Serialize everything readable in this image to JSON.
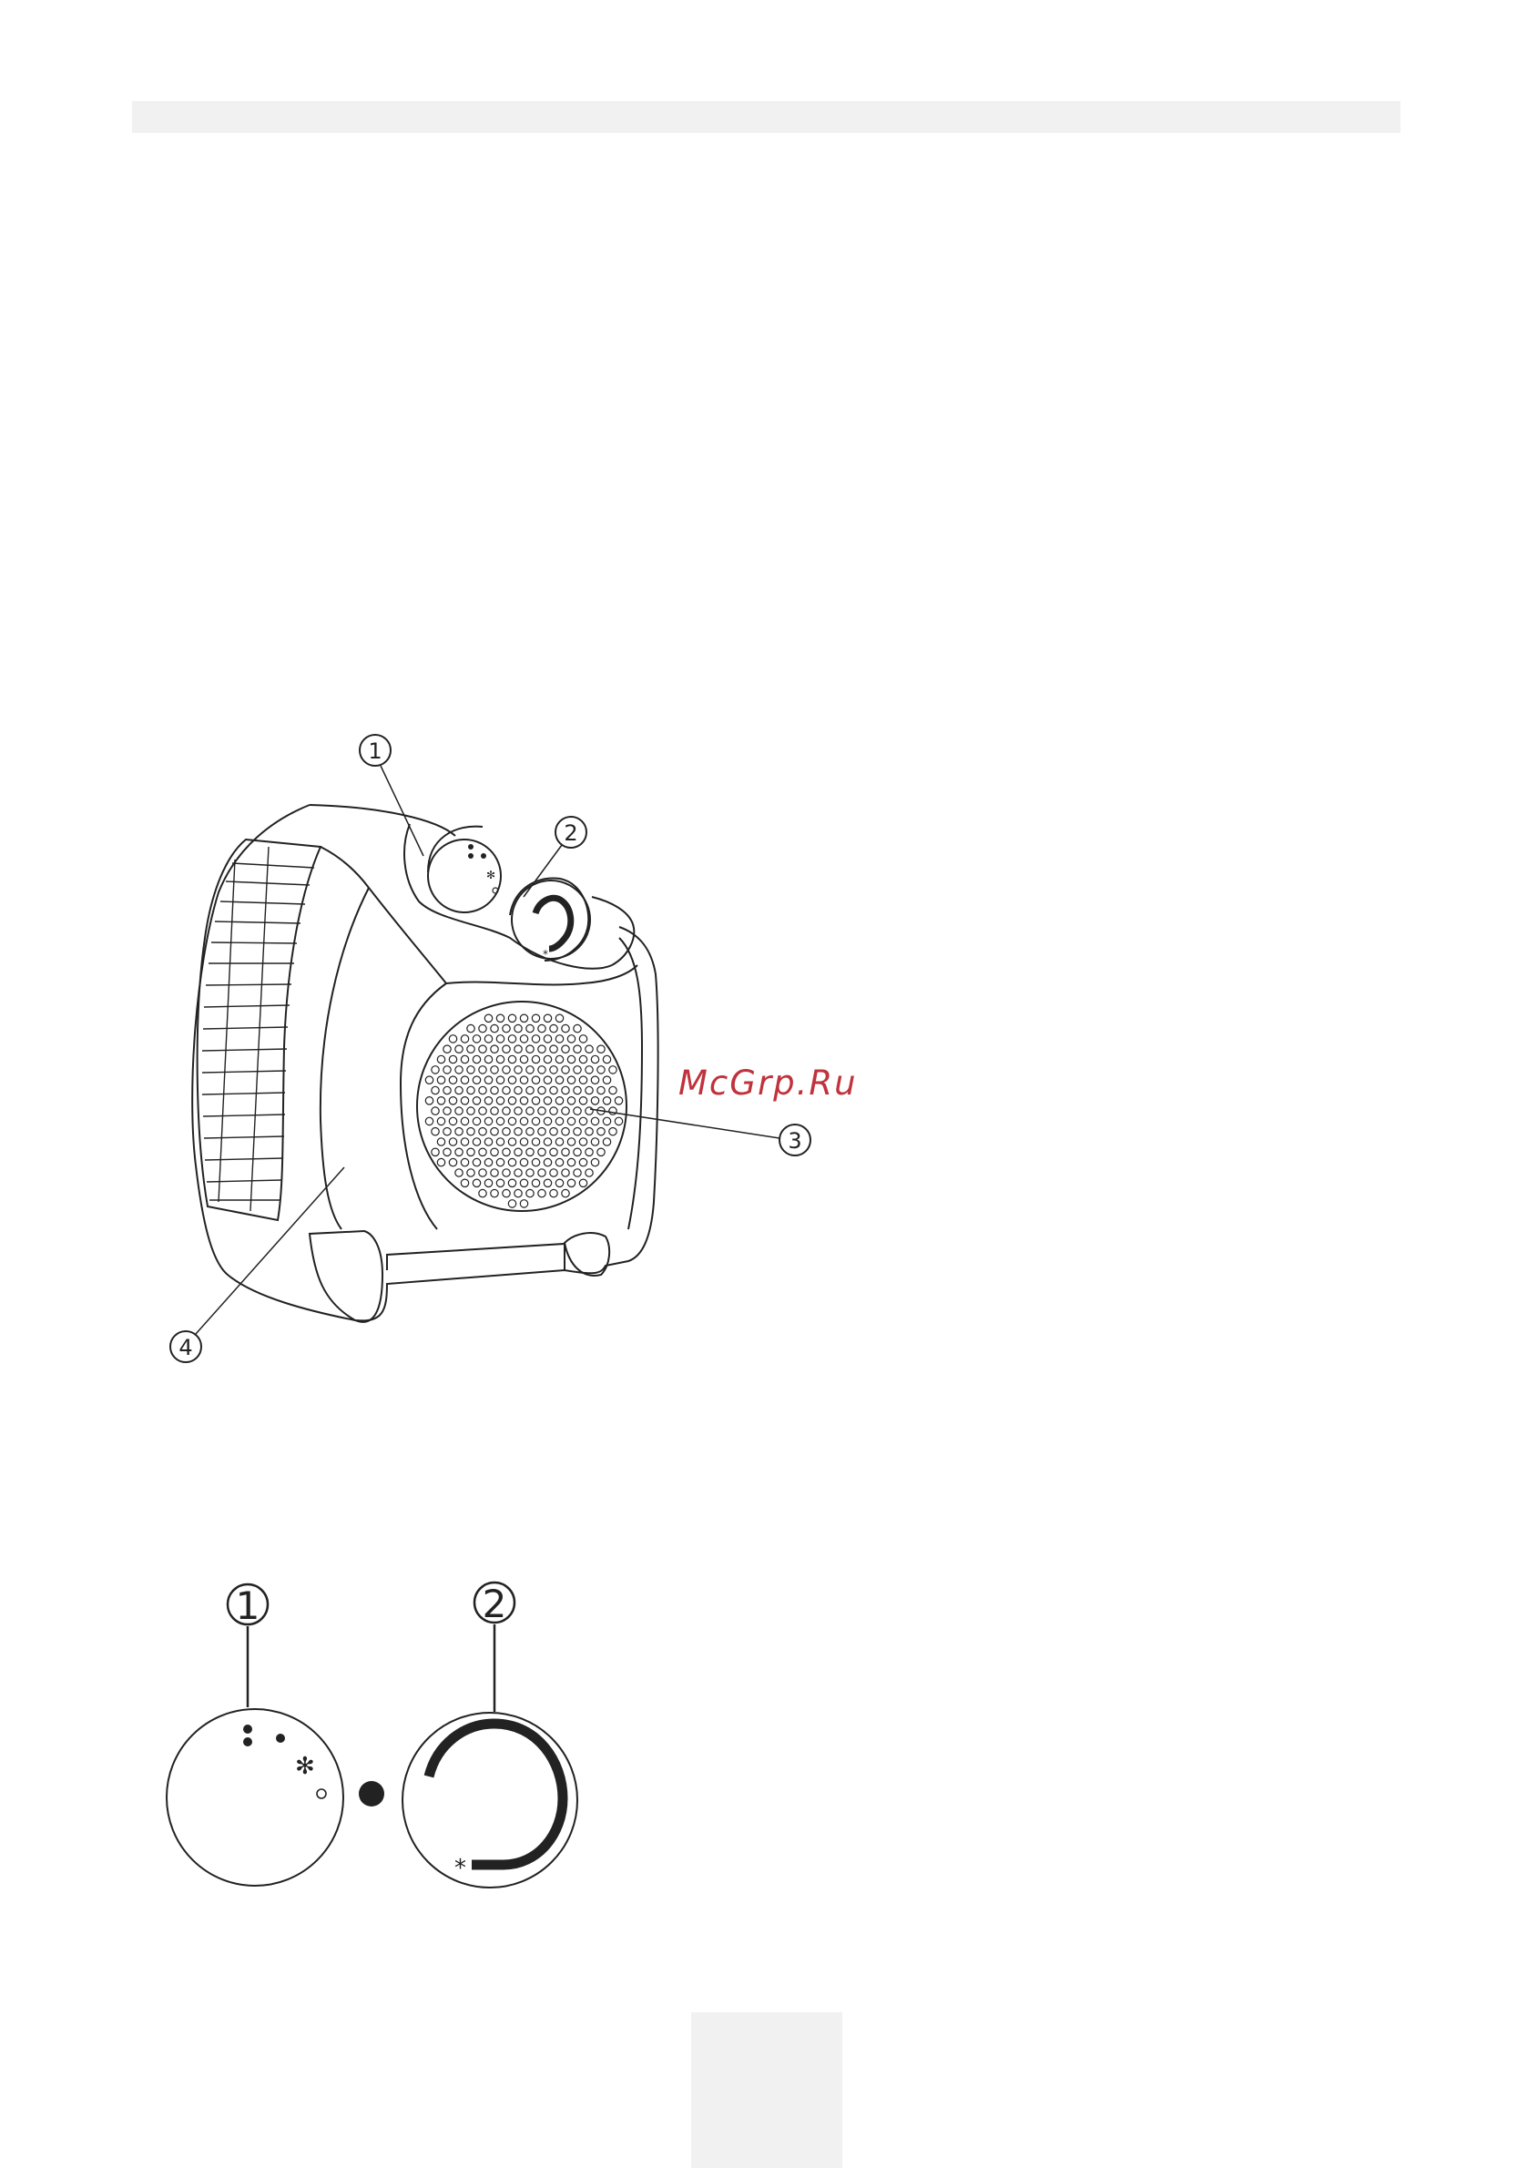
{
  "watermark": {
    "text": "McGrp.Ru",
    "color": "#c0323c"
  },
  "heater_callouts": [
    "1",
    "2",
    "3",
    "4"
  ],
  "control_callouts": [
    "1",
    "2"
  ],
  "dial_symbols": {
    "fan_symbol": "✻",
    "frost_symbol": "*"
  },
  "colors": {
    "band": "#f1f1f1",
    "line": "#222222"
  }
}
